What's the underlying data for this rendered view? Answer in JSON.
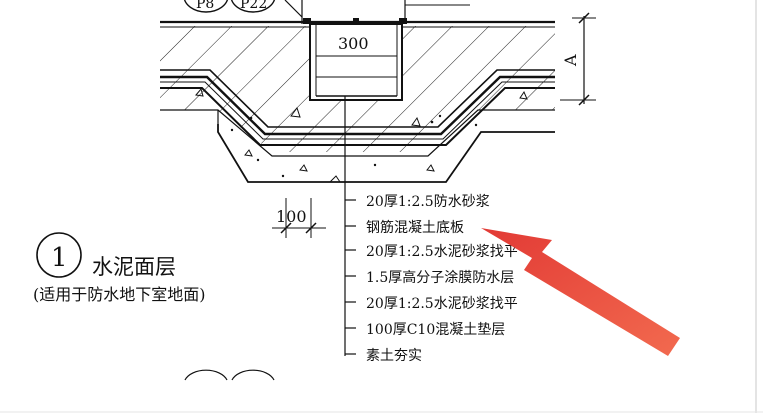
{
  "detail": {
    "number": "1",
    "title": "水泥面层",
    "subtitle": "(适用于防水地下室地面)"
  },
  "dimensions": {
    "width_300": "300",
    "width_100": "100",
    "height_A": "A"
  },
  "layers": [
    "20厚1:2.5防水砂浆",
    "钢筋混凝土底板",
    "20厚1:2.5水泥砂浆找平",
    "1.5厚高分子涂膜防水层",
    "20厚1:2.5水泥砂浆找平",
    "100厚C10混凝土垫层",
    "素土夯实"
  ],
  "top_callouts": [
    "P8",
    "P22"
  ],
  "colors": {
    "line": "#111111",
    "arrow": "#e8413a"
  }
}
